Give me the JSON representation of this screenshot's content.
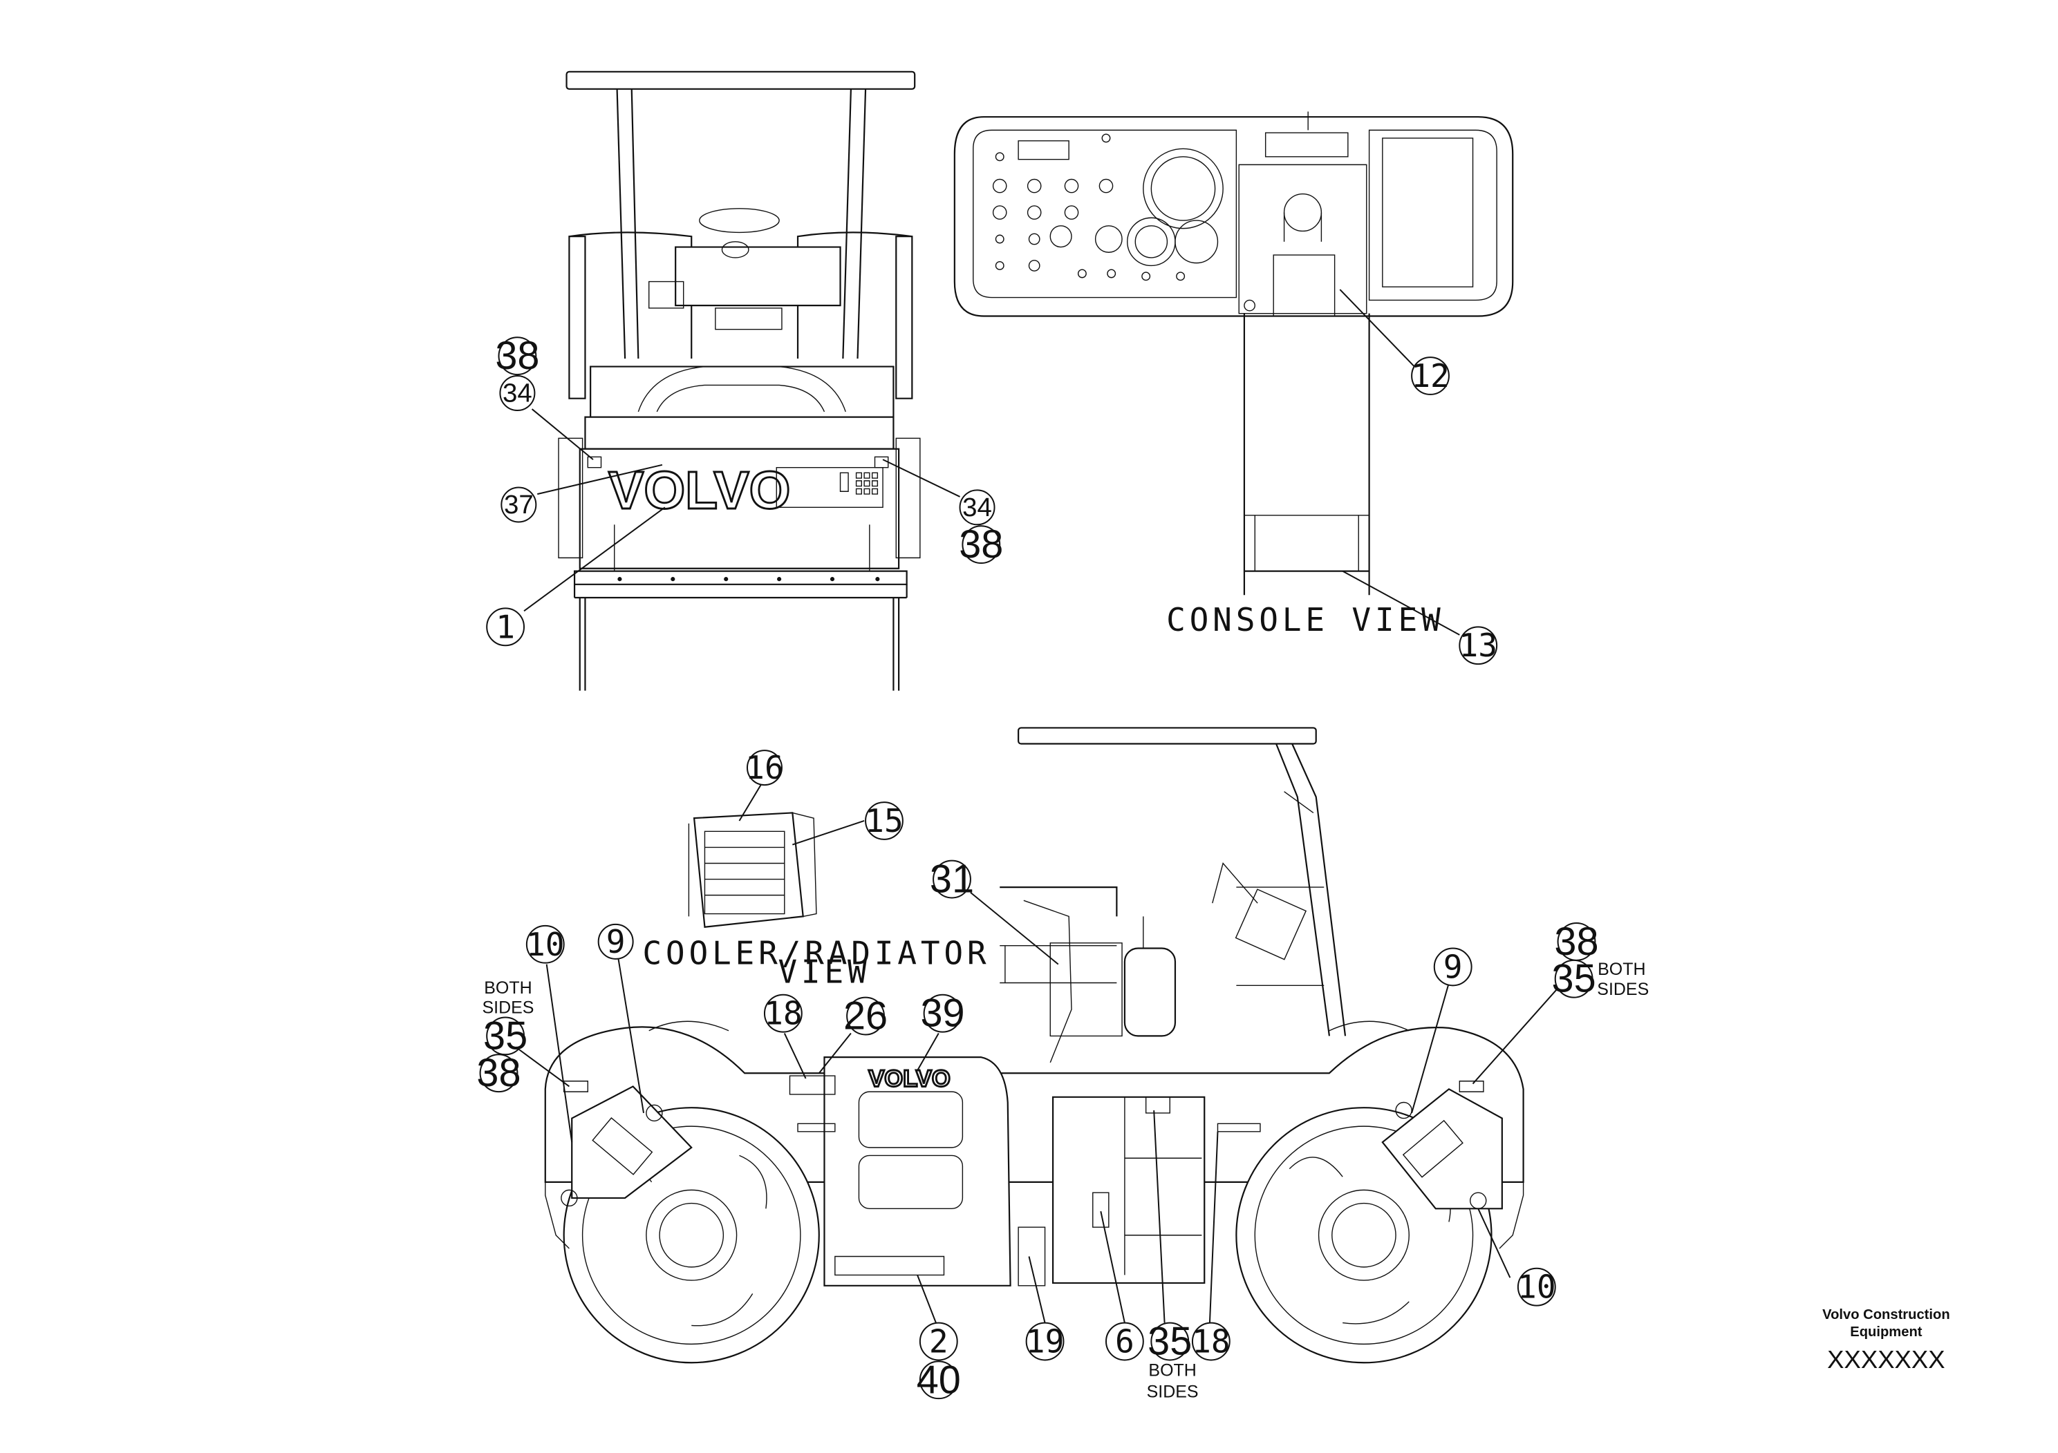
{
  "callouts": {
    "c38_top_left": "38",
    "c34_top_left": "34",
    "c37": "37",
    "c1": "1",
    "c34_top_right": "34",
    "c38_top_right": "38",
    "c12": "12",
    "c13": "13",
    "c16": "16",
    "c15": "15",
    "c31": "31",
    "c10_left": "10",
    "c9_left": "9",
    "c35_left": "35",
    "c38_left": "38",
    "c18_left": "18",
    "c26": "26",
    "c39": "39",
    "c2": "2",
    "c40": "40",
    "c19": "19",
    "c6": "6",
    "c35_bottom": "35",
    "c18_bottom": "18",
    "c9_right": "9",
    "c38_right": "38",
    "c35_right": "35",
    "c10_right": "10"
  },
  "notes": {
    "both_sides_left_1": "BOTH",
    "both_sides_left_2": "SIDES",
    "both_sides_right_1": "BOTH",
    "both_sides_right_2": "SIDES",
    "both_sides_bottom_1": "BOTH",
    "both_sides_bottom_2": "SIDES"
  },
  "views": {
    "console_view": "CONSOLE VIEW",
    "cooler_view_1": "COOLER/RADIATOR",
    "cooler_view_2": "VIEW"
  },
  "logo": {
    "front": "VOLVO",
    "side": "VOLVO"
  },
  "title_block": {
    "company_line1": "Volvo Construction",
    "company_line2": "Equipment",
    "drawing_code": "XXXXXXX"
  }
}
